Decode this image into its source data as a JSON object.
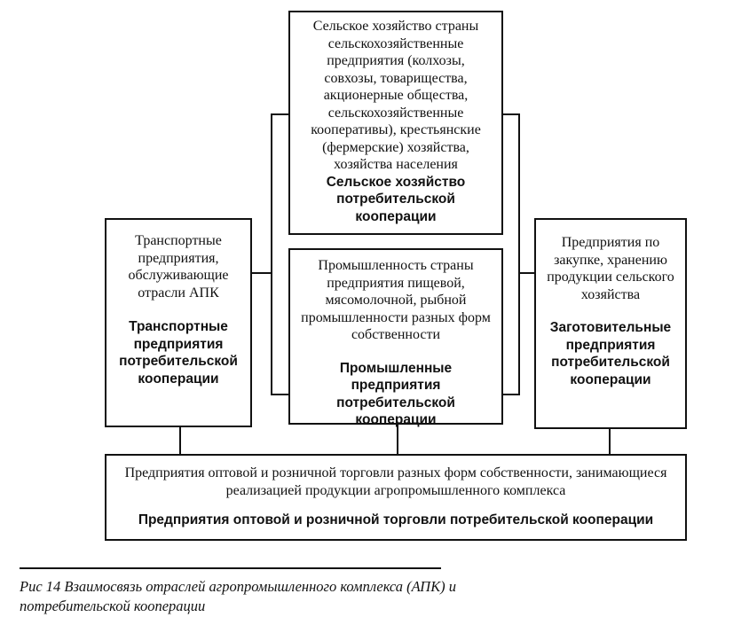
{
  "diagram": {
    "top_box": {
      "plain": "Сельское хозяйство страны сельскохозяйственные предприятия (колхозы, совхозы, товарищества, акционерные общества, сельскохозяйственные кооперативы), крестьянские (фермерские) хозяйства, хозяйства населения",
      "bold": "Сельское хозяйство потребительской кооперации"
    },
    "left_box": {
      "plain": "Транспортные предприятия, обслуживающие отрасли АПК",
      "bold": "Транспортные предприятия потребительской кооперации"
    },
    "center_box": {
      "plain": "Промышленность страны предприятия пищевой, мясомолочной, рыбной промышленности разных форм собственности",
      "bold": "Промышленные предприятия потребительской кооперации"
    },
    "right_box": {
      "plain": "Предприятия по закупке, хранению продукции сельского хозяйства",
      "bold": "Заготовительные предприятия потребительской кооперации"
    },
    "bottom_box": {
      "plain": "Предприятия оптовой и розничной торговли разных форм собственности, занимающиеся реализацией продукции агропромышленного комплекса",
      "bold": "Предприятия оптовой и розничной торговли потребительской кооперации"
    }
  },
  "caption": "Рис 14 Взаимосвязь отраслей агропромышленного комплекса (АПК) и потребительской кооперации"
}
